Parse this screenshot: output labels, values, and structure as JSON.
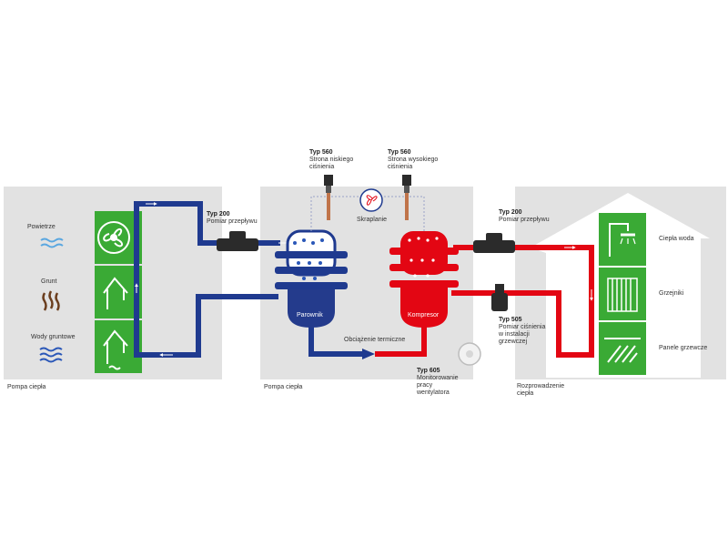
{
  "colors": {
    "panel_gray": "#e2e2e2",
    "green": "#3aaa35",
    "blue_pipe": "#1f3a8f",
    "red_pipe": "#e30613",
    "evaporator_fill": "#243b8c",
    "compressor_fill": "#e30613",
    "water_icon": "#5aa7e0",
    "soil_icon": "#6b3e1e",
    "groundwater_icon": "#2a57b8",
    "sensor_black": "#2b2b2b"
  },
  "sources": {
    "air": "Powietrze",
    "ground": "Grunt",
    "groundwater": "Wody gruntowe"
  },
  "sections": {
    "left": "Pompa ciepła",
    "middle": "Pompa ciepła",
    "right_line1": "Rozprowadzenie",
    "right_line2": "ciepła"
  },
  "components": {
    "evaporator": "Parownik",
    "compressor": "Kompresor",
    "condensation": "Skraplanie",
    "thermal_load": "Obciążenie termiczne"
  },
  "sensors": {
    "flow_left": {
      "type": "Typ 200",
      "desc": "Pomiar przepływu"
    },
    "flow_right": {
      "type": "Typ 200",
      "desc": "Pomiar przepływu"
    },
    "low_pressure": {
      "type": "Typ 560",
      "line1": "Strona niskiego",
      "line2": "ciśnienia"
    },
    "high_pressure": {
      "type": "Typ 560",
      "line1": "Strona wysokiego",
      "line2": "ciśnienia"
    },
    "heating_pressure": {
      "type": "Typ 505",
      "line1": "Pomiar ciśnienia",
      "line2": "w instalacji",
      "line3": "grzewczej"
    },
    "fan_monitor": {
      "type": "Typ 605",
      "line1": "Monitorowanie",
      "line2": "pracy",
      "line3": "wentylatora"
    }
  },
  "consumers": {
    "hot_water": "Ciepła woda",
    "radiators": "Grzejniki",
    "floor_panels": "Panele grzewcze"
  }
}
